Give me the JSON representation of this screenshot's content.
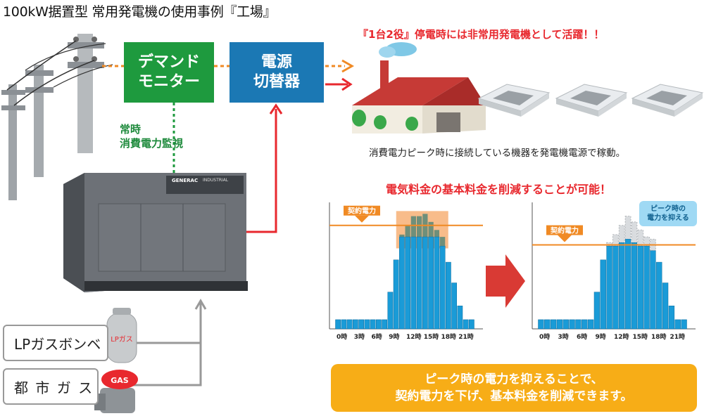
{
  "title": "100kW据置型 常用発電機の使用事例『工場』",
  "demand_monitor": {
    "line1": "デマンド",
    "line2": "モニター"
  },
  "switch": {
    "line1": "電源",
    "line2": "切替器"
  },
  "monitor_label": {
    "line1": "常時",
    "line2": "消費電力監視"
  },
  "generator_brand": "GENERAC",
  "generator_tag": "INDUSTRIAL",
  "fuel": {
    "lp": "LPガスボンベ",
    "city": "都 市 ガ ス",
    "lp_tank_label": "LPガス",
    "gas_valve_label": "GAS"
  },
  "headline": "『1台2役』停電時には非常用発電機として活躍！！",
  "factory_caption": "消費電力ピーク時に接続している機器を発電機電源で稼動。",
  "reduce_headline": "電気料金の基本料金を削減することが可能！",
  "contract_label": "契約電力",
  "peak_callout": {
    "line1": "ピーク時の",
    "line2": "電力を抑える"
  },
  "banner": {
    "line1": "ピーク時の電力を抑えることで、",
    "line2": "契約電力を下げ、基本料金を削減できます。"
  },
  "colors": {
    "green": "#1e9a3e",
    "blue": "#1b78b4",
    "red": "#e8282e",
    "orange": "#f08a24",
    "bar": "#1a9bd7",
    "banner": "#f7ad17"
  },
  "chart_data": [
    {
      "type": "bar",
      "title": "",
      "x_tick_labels": [
        "0時",
        "3時",
        "6時",
        "9時",
        "12時",
        "15時",
        "18時",
        "21時"
      ],
      "hours": [
        0,
        1,
        2,
        3,
        4,
        5,
        6,
        7,
        8,
        9,
        10,
        11,
        12,
        13,
        14,
        15,
        16,
        17,
        18,
        19,
        20,
        21,
        22,
        23
      ],
      "values": [
        0.08,
        0.08,
        0.08,
        0.08,
        0.08,
        0.08,
        0.08,
        0.08,
        0.08,
        0.32,
        0.6,
        0.8,
        0.8,
        0.8,
        0.8,
        0.8,
        0.8,
        0.8,
        0.72,
        0.58,
        0.4,
        0.2,
        0.08,
        0.08
      ],
      "peak_values": [
        0.08,
        0.08,
        0.08,
        0.08,
        0.08,
        0.08,
        0.08,
        0.08,
        0.08,
        0.32,
        0.6,
        0.82,
        0.9,
        0.98,
        0.98,
        1.0,
        0.93,
        0.86,
        0.8,
        0.58,
        0.4,
        0.2,
        0.08,
        0.08
      ],
      "contract_level": 0.9,
      "contract_label": "契約電力",
      "peak_band": [
        11,
        18
      ],
      "ylim": [
        0,
        1.1
      ]
    },
    {
      "type": "bar",
      "title": "",
      "x_tick_labels": [
        "0時",
        "3時",
        "6時",
        "9時",
        "12時",
        "15時",
        "18時",
        "21時"
      ],
      "hours": [
        0,
        1,
        2,
        3,
        4,
        5,
        6,
        7,
        8,
        9,
        10,
        11,
        12,
        13,
        14,
        15,
        16,
        17,
        18,
        19,
        20,
        21,
        22,
        23
      ],
      "values": [
        0.08,
        0.08,
        0.08,
        0.08,
        0.08,
        0.08,
        0.08,
        0.08,
        0.08,
        0.32,
        0.6,
        0.72,
        0.72,
        0.75,
        0.78,
        0.75,
        0.72,
        0.72,
        0.68,
        0.58,
        0.4,
        0.2,
        0.08,
        0.08
      ],
      "peak_values": [
        0.08,
        0.08,
        0.08,
        0.08,
        0.08,
        0.08,
        0.08,
        0.08,
        0.08,
        0.32,
        0.6,
        0.75,
        0.82,
        0.9,
        0.98,
        0.93,
        0.86,
        0.8,
        0.78,
        0.58,
        0.4,
        0.2,
        0.08,
        0.08
      ],
      "contract_level": 0.73,
      "contract_label": "契約電力",
      "ylim": [
        0,
        1.1
      ]
    }
  ]
}
